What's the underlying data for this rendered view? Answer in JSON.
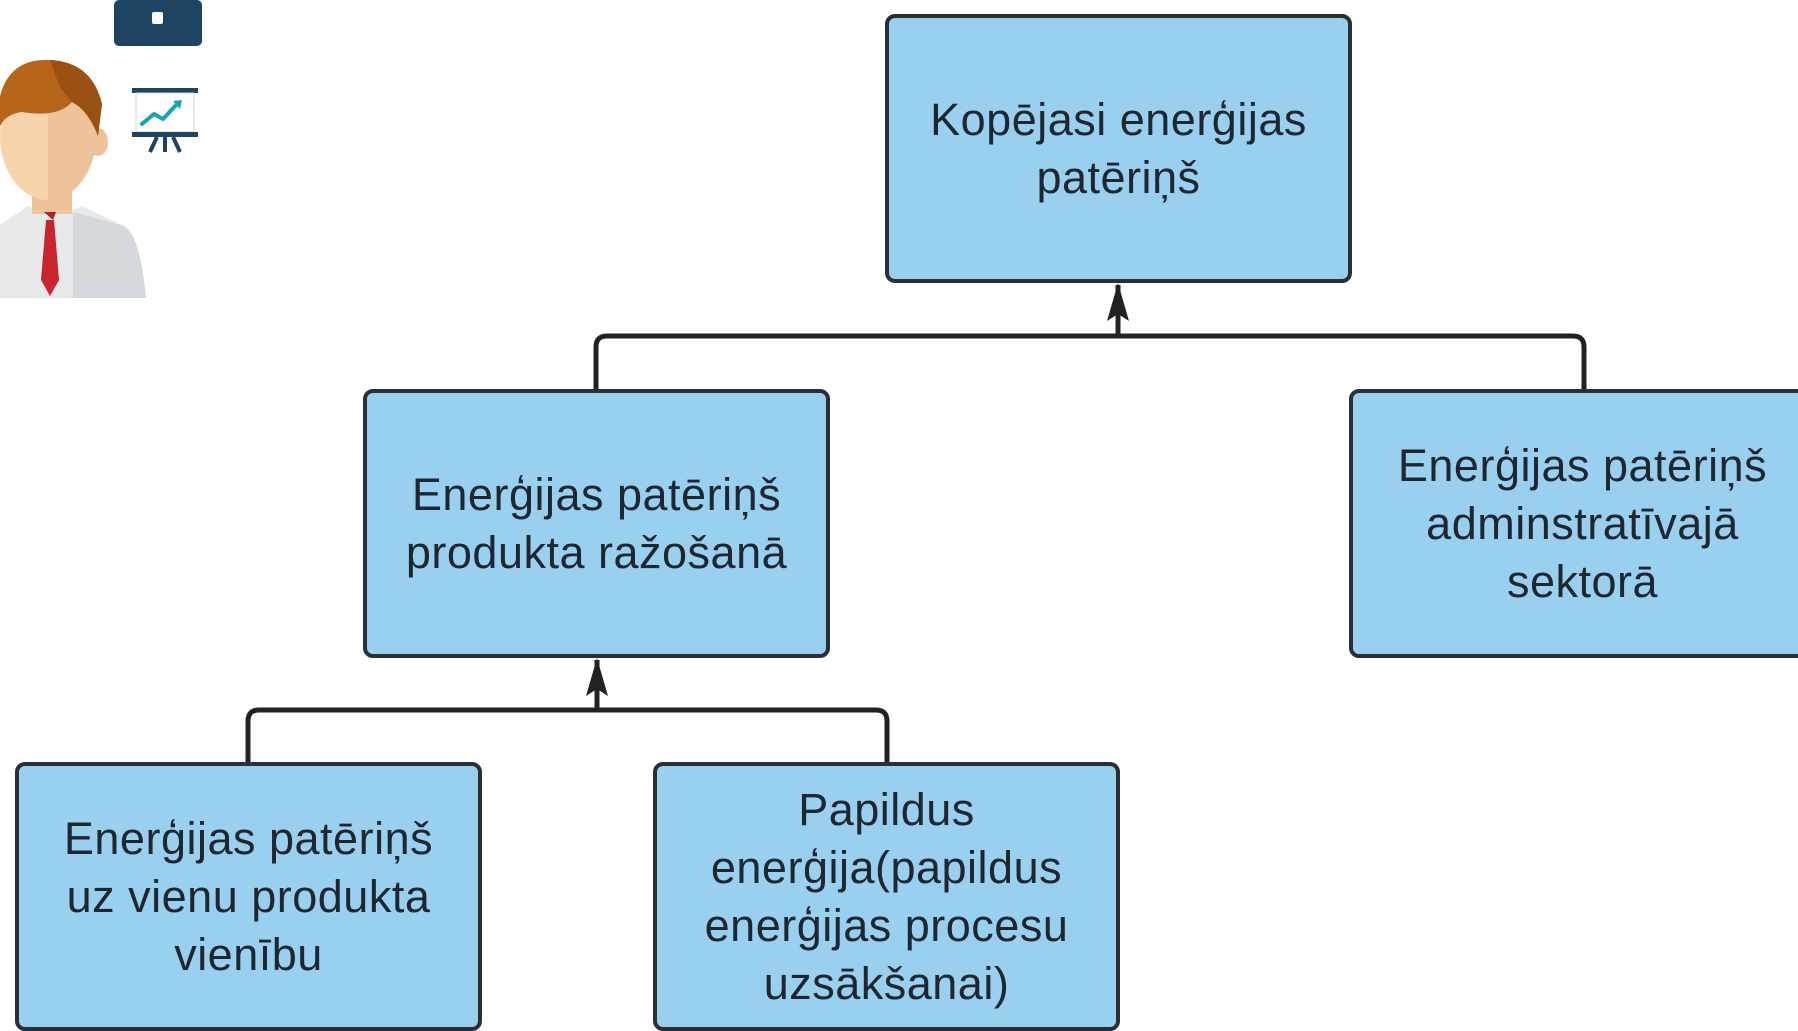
{
  "colors": {
    "box_fill": "#99d0f0",
    "box_border": "#2b2f33",
    "text": "#1e2630",
    "connector": "#222222",
    "briefcase": "#1f4462",
    "chart_accent": "#17a2b8"
  },
  "icons": {
    "person": "businessman-avatar-icon",
    "briefcase": "briefcase-icon",
    "presentation": "presentation-chart-icon"
  },
  "diagram": {
    "nodes": {
      "total": "Kopējasi enerģijas\npatēriņš",
      "production": "Enerģijas patēriņš\nprodukta ražošanā",
      "admin": "Enerģijas patēriņš\nadminstratīvajā\nsektorā",
      "per_unit": "Enerģijas patēriņš\nuz vienu produkta\nvienību",
      "additional": "Papildus\nenerģija(papildus\nenerģijas procesu\nuzsākšanai)"
    }
  }
}
